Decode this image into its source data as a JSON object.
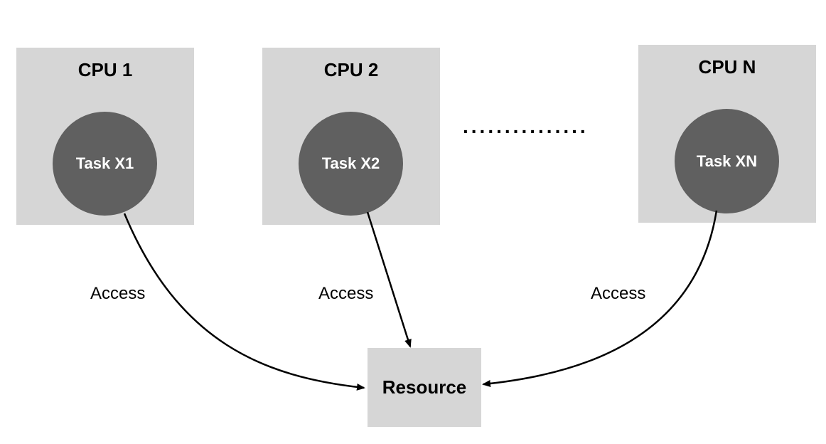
{
  "cpus": [
    {
      "title": "CPU 1",
      "task": "Task X1"
    },
    {
      "title": "CPU 2",
      "task": "Task X2"
    },
    {
      "title": "CPU N",
      "task": "Task XN"
    }
  ],
  "ellipsis": "...............",
  "resource": {
    "label": "Resource"
  },
  "access_labels": [
    "Access",
    "Access",
    "Access"
  ],
  "colors": {
    "box_fill": "#d6d6d6",
    "task_fill": "#606060",
    "task_text": "#ffffff",
    "line": "#000000"
  }
}
